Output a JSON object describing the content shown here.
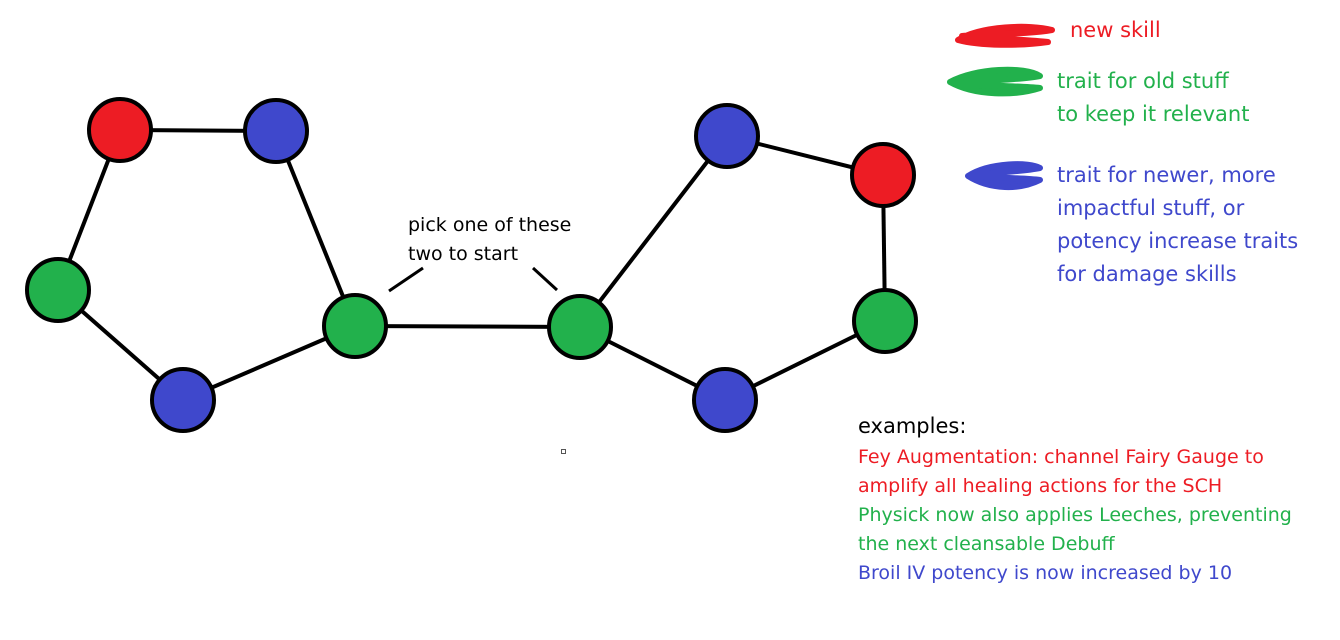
{
  "colors": {
    "red": "#ed1c24",
    "green": "#22b14c",
    "blue": "#3f48cc",
    "outline": "#000000"
  },
  "graph": {
    "nodes": [
      {
        "id": "n1",
        "color": "red"
      },
      {
        "id": "n2",
        "color": "blue"
      },
      {
        "id": "n3",
        "color": "green"
      },
      {
        "id": "n4",
        "color": "blue"
      },
      {
        "id": "n5",
        "color": "green"
      },
      {
        "id": "n6",
        "color": "green"
      },
      {
        "id": "n7",
        "color": "blue"
      },
      {
        "id": "n8",
        "color": "red"
      },
      {
        "id": "n9",
        "color": "green"
      },
      {
        "id": "n10",
        "color": "blue"
      }
    ],
    "edges": [
      [
        "n1",
        "n2"
      ],
      [
        "n1",
        "n3"
      ],
      [
        "n3",
        "n4"
      ],
      [
        "n4",
        "n5"
      ],
      [
        "n2",
        "n5"
      ],
      [
        "n5",
        "n6"
      ],
      [
        "n6",
        "n7"
      ],
      [
        "n7",
        "n8"
      ],
      [
        "n8",
        "n9"
      ],
      [
        "n9",
        "n10"
      ],
      [
        "n10",
        "n6"
      ]
    ]
  },
  "annotation": {
    "line1": "pick one of these",
    "line2": "two to start"
  },
  "legend": {
    "red_label": "new skill",
    "green_line1": "trait for old stuff",
    "green_line2": "to keep it relevant",
    "blue_line1": "trait for newer, more",
    "blue_line2": "impactful stuff, or",
    "blue_line3": "potency increase traits",
    "blue_line4": "for damage skills"
  },
  "examples": {
    "heading": "examples:",
    "red_line1": "Fey Augmentation: channel Fairy Gauge to",
    "red_line2": "amplify all healing actions for the SCH",
    "green_line1": "Physick now also applies Leeches, preventing",
    "green_line2": "the next cleansable Debuff",
    "blue_line1": "Broil IV potency is now increased by 10"
  }
}
